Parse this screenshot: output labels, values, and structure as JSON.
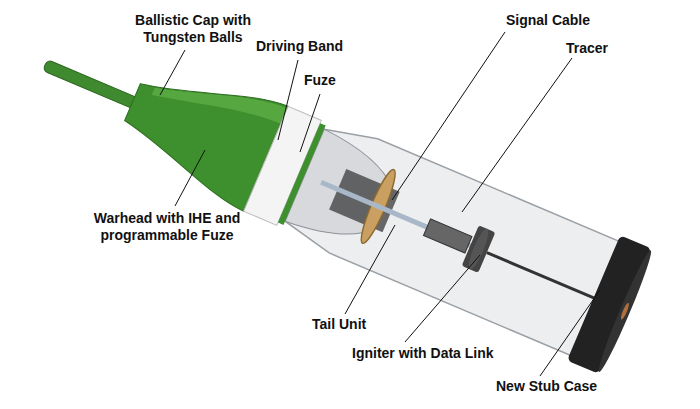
{
  "diagram": {
    "labels": [
      "Ballistic Cap with Tungsten Balls",
      "Driving Band",
      "Fuze",
      "Signal Cable",
      "Tracer",
      "Warhead with IHE and programmable Fuze",
      "Tail Unit",
      "Igniter with Data Link",
      "New Stub Case"
    ]
  }
}
